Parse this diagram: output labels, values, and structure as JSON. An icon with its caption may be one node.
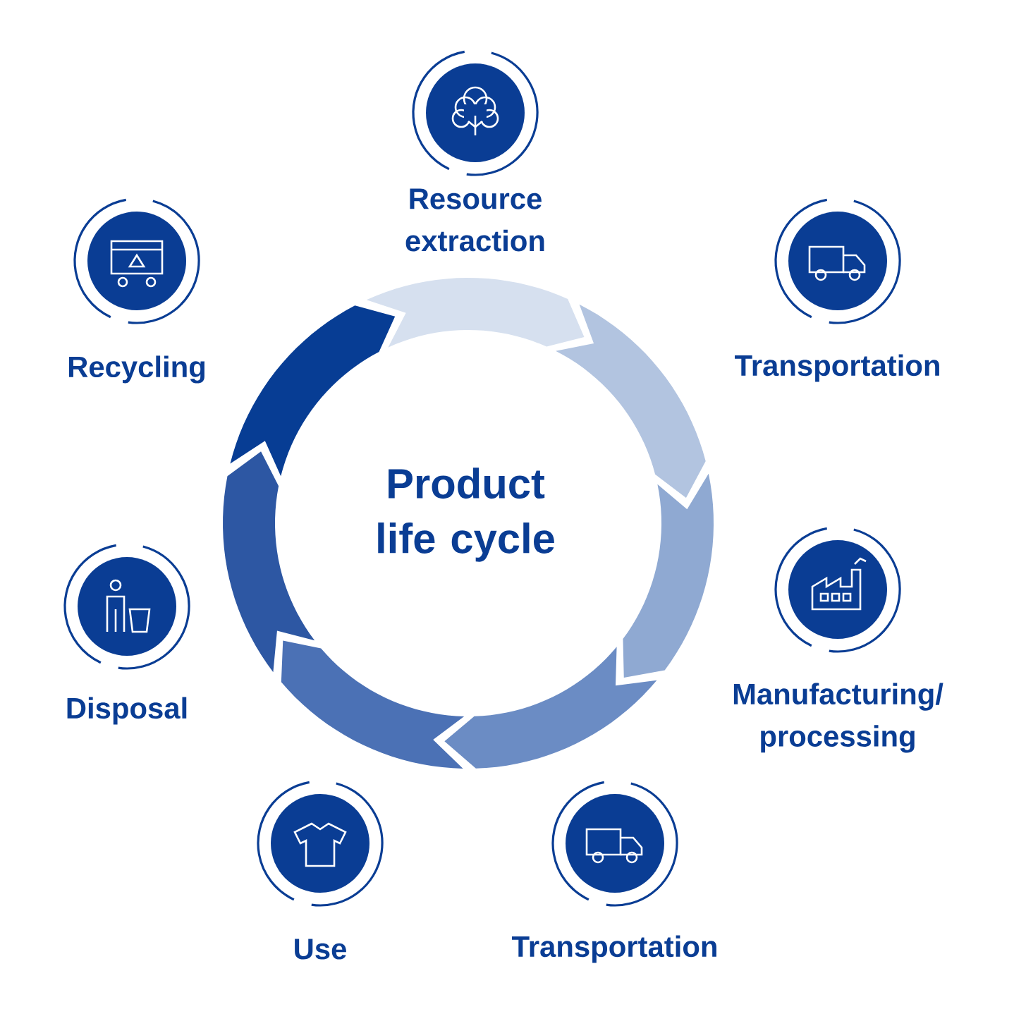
{
  "diagram": {
    "nodes": [
      {
        "text": [
          "Resource extraction"
        ]
      },
      {
        "text": [
          "Transportation"
        ]
      },
      {
        "text": [
          "Manufacturing/ processing"
        ]
      },
      {
        "text": [
          "Transportation"
        ]
      },
      {
        "text": [
          "Use"
        ]
      },
      {
        "text": [
          "Disposal"
        ]
      },
      {
        "text": [
          "Recycling"
        ]
      }
    ],
    "labels": [
      "Product life cycle"
    ]
  }
}
